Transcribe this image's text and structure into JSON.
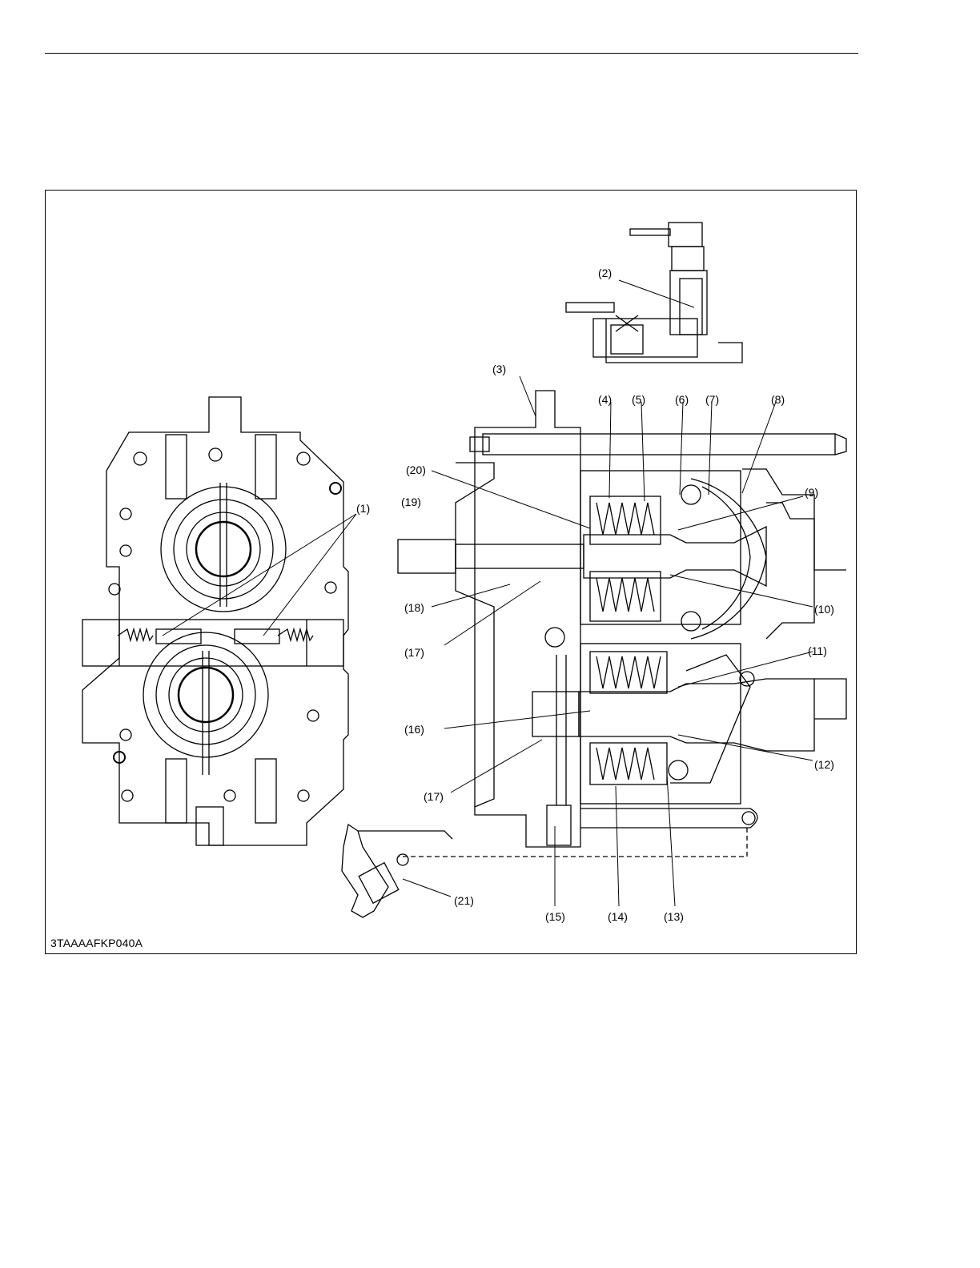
{
  "figure": {
    "id": "3TAAAAFKP040A",
    "callouts": [
      "(1)",
      "(2)",
      "(3)",
      "(4)",
      "(5)",
      "(6)",
      "(7)",
      "(8)",
      "(9)",
      "(10)",
      "(11)",
      "(12)",
      "(13)",
      "(14)",
      "(15)",
      "(16)",
      "(17)",
      "(17)",
      "(18)",
      "(19)",
      "(20)",
      "(21)"
    ]
  }
}
